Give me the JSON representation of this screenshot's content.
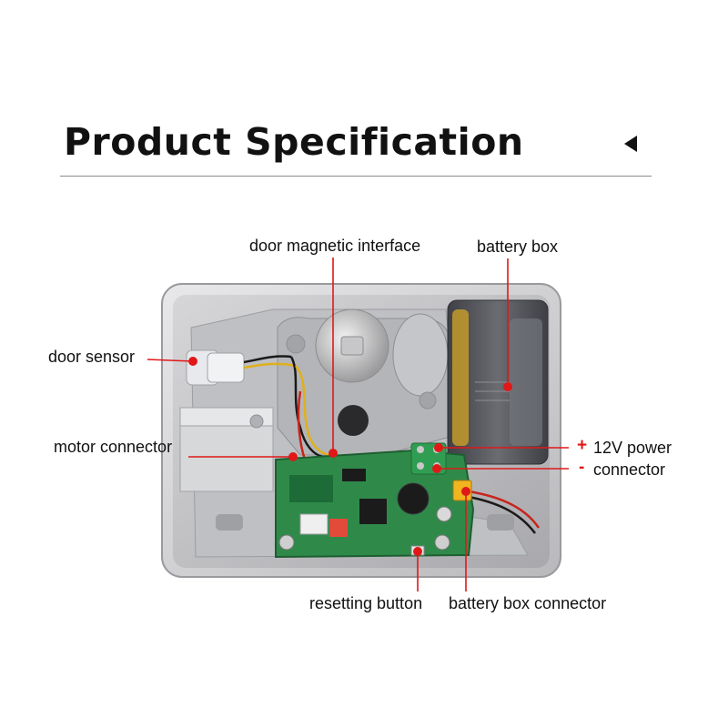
{
  "header": {
    "title": "Product Specification"
  },
  "labels": {
    "door_magnetic_interface": "door magnetic interface",
    "battery_box": "battery box",
    "door_sensor": "door sensor",
    "motor_connector": "motor connector",
    "power_12v": "12V power",
    "connector": "connector",
    "plus_sign": "+",
    "minus_sign": "-",
    "resetting_button": "resetting button",
    "battery_box_connector": "battery box connector"
  },
  "colors": {
    "callout_red": "#e01818",
    "housing_silver": "#c9c9cb",
    "pcb_green": "#2f8a4a",
    "battery_gray": "#5b5d62",
    "text": "#111111"
  },
  "icons": {
    "back_button": "triangle-left-icon"
  }
}
